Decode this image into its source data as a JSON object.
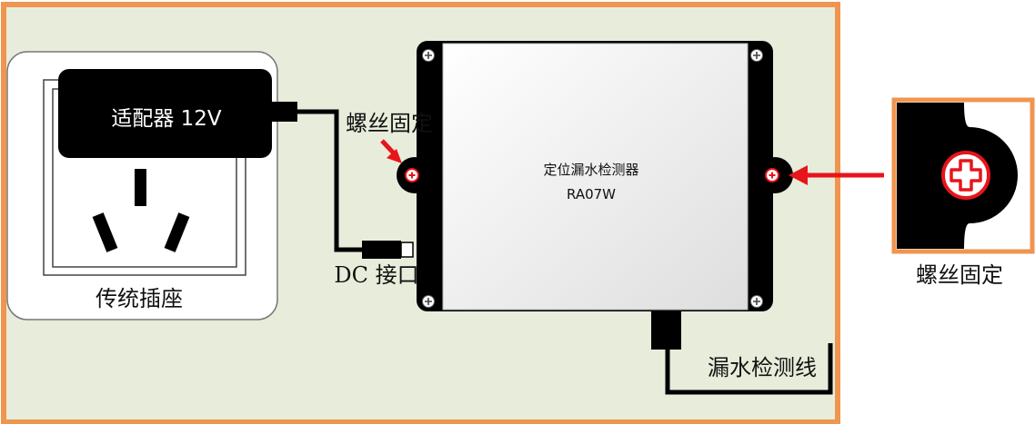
{
  "adapter": {
    "label": "适配器 12V"
  },
  "socket": {
    "label": "传统插座"
  },
  "dc_port": {
    "label": "DC 接口"
  },
  "screw_fix": {
    "label": "螺丝固定"
  },
  "detector": {
    "name": "定位漏水检测器",
    "model": "RA07W"
  },
  "sense_cable": {
    "label": "漏水检测线"
  },
  "zoom_callout": {
    "label": "螺丝固定"
  },
  "colors": {
    "wall": "#e8eddb",
    "frame": "#ef9550",
    "arrow": "#e8141b",
    "device": "#000000",
    "box": "#f2f2f2"
  }
}
